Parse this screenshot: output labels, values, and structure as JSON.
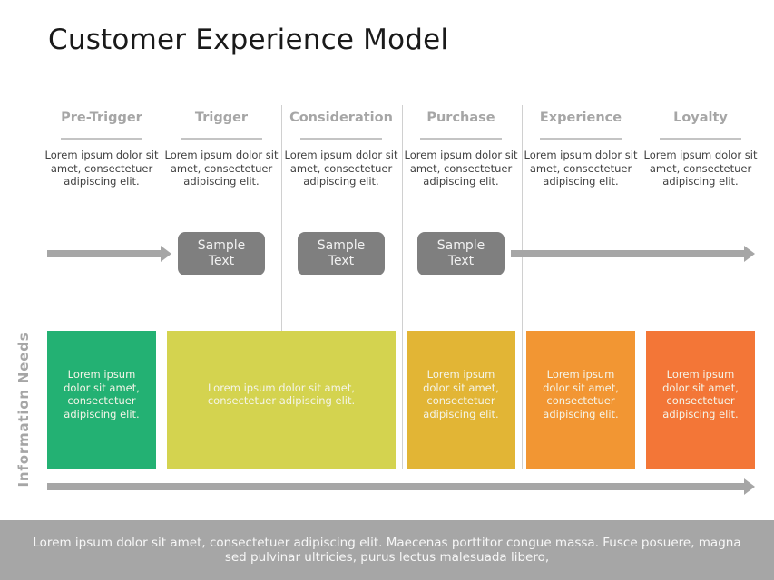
{
  "title": "Customer Experience Model",
  "stages": [
    {
      "label": "Pre-Trigger",
      "description": "Lorem ipsum dolor sit amet, consectetuer adipiscing elit."
    },
    {
      "label": "Trigger",
      "description": "Lorem ipsum dolor sit amet, consectetuer adipiscing elit."
    },
    {
      "label": "Consideration",
      "description": "Lorem ipsum dolor sit amet, consectetuer adipiscing elit."
    },
    {
      "label": "Purchase",
      "description": "Lorem ipsum dolor sit amet, consectetuer adipiscing elit."
    },
    {
      "label": "Experience",
      "description": "Lorem ipsum dolor sit amet, consectetuer adipiscing elit."
    },
    {
      "label": "Loyalty",
      "description": "Lorem ipsum dolor sit amet, consectetuer adipiscing elit."
    }
  ],
  "sample_boxes": [
    {
      "label": "Sample Text"
    },
    {
      "label": "Sample Text"
    },
    {
      "label": "Sample Text"
    }
  ],
  "side_label": "Information Needs",
  "info_blocks": [
    {
      "text": "Lorem ipsum dolor sit amet, consectetuer adipiscing elit.",
      "color": "#23b173"
    },
    {
      "text": "Lorem ipsum dolor sit amet, consectetuer adipiscing elit.",
      "color": "#d4d34f"
    },
    {
      "text": "Lorem ipsum dolor sit amet, consectetuer adipiscing elit.",
      "color": "#e2b535"
    },
    {
      "text": "Lorem ipsum dolor sit amet, consectetuer adipiscing elit.",
      "color": "#f29633"
    },
    {
      "text": "Lorem ipsum dolor sit amet, consectetuer adipiscing elit.",
      "color": "#f37637"
    }
  ],
  "footer": "Lorem ipsum dolor sit amet, consectetuer adipiscing elit. Maecenas porttitor congue massa. Fusce posuere, magna sed pulvinar ultricies, purus lectus malesuada libero,"
}
